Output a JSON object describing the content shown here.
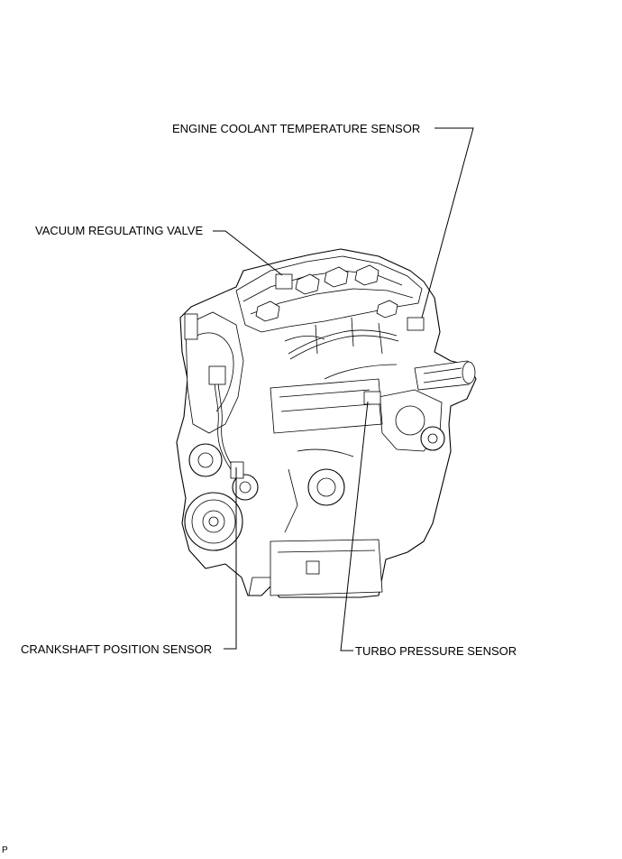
{
  "labels": {
    "engine_coolant_temperature_sensor": "ENGINE COOLANT TEMPERATURE SENSOR",
    "vacuum_regulating_valve": "VACUUM REGULATING VALVE",
    "crankshaft_position_sensor": "CRANKSHAFT POSITION SENSOR",
    "turbo_pressure_sensor": "TURBO PRESSURE SENSOR"
  },
  "figure_id": "P"
}
